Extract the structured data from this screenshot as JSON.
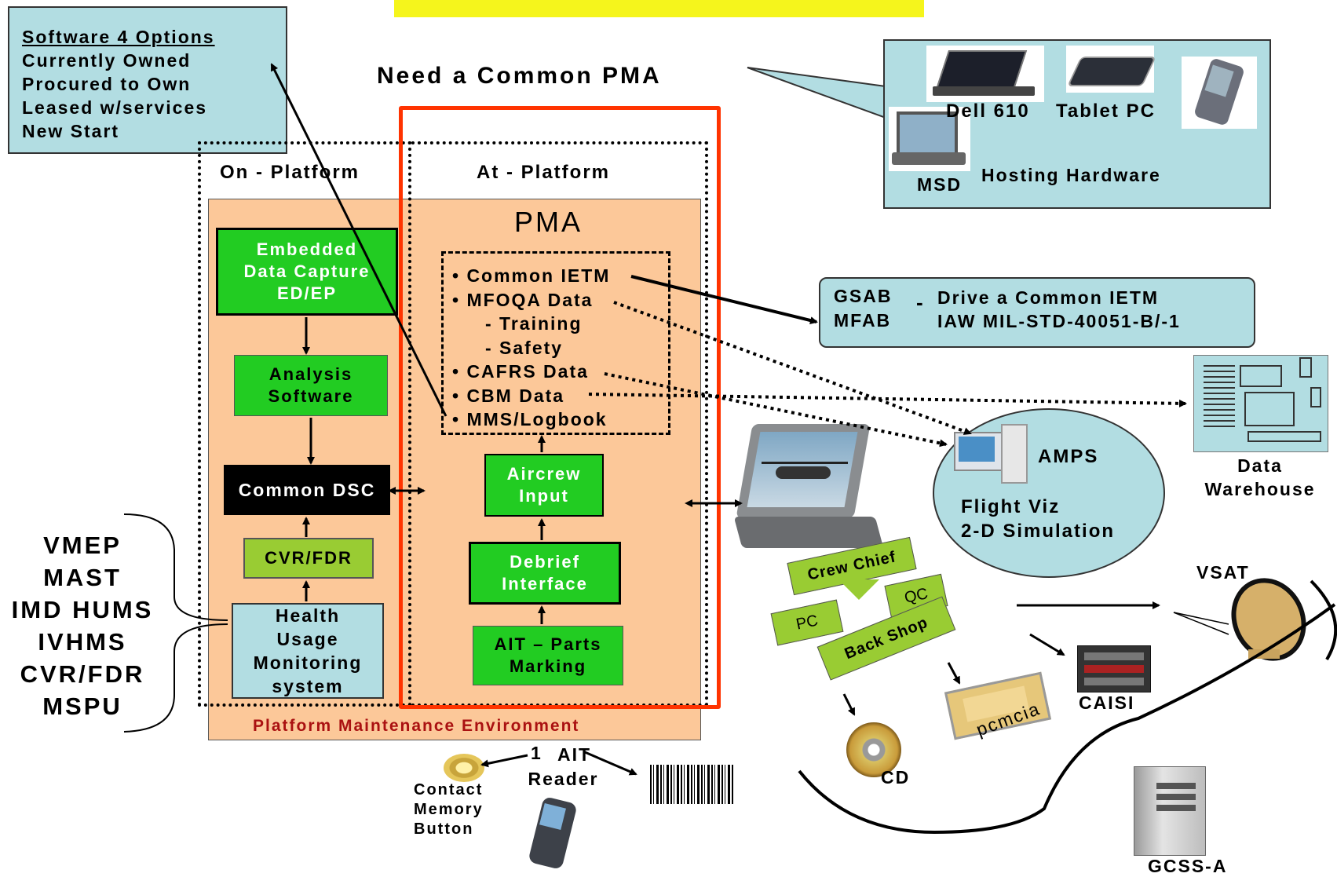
{
  "banner": {
    "text": ""
  },
  "options_box": {
    "title": "Software 4 Options",
    "items": [
      "Currently  Owned",
      "Procured to Own",
      "Leased w/services",
      "New Start"
    ]
  },
  "need_common_pma": "Need a Common PMA",
  "hosting": {
    "devices": [
      "Dell 610",
      "Tablet PC",
      "MSD"
    ],
    "label": "Hosting Hardware"
  },
  "sections": {
    "on_platform": "On - Platform",
    "at_platform": "At - Platform",
    "pma": "PMA"
  },
  "on_platform_boxes": {
    "embedded": [
      "Embedded",
      "Data Capture",
      "ED/EP"
    ],
    "analysis": [
      "Analysis",
      "Software"
    ],
    "common_dsc": "Common DSC",
    "cvr_fdr": "CVR/FDR",
    "hums": [
      "Health",
      "Usage",
      "Monitoring",
      "system"
    ]
  },
  "pma_list": [
    "• Common IETM",
    "• MFOQA Data",
    "- Training",
    "- Safety",
    "• CAFRS Data",
    "• CBM Data",
    "• MMS/Logbook"
  ],
  "at_platform_boxes": {
    "aircrew": [
      "Aircrew",
      "Input"
    ],
    "debrief": [
      "Debrief",
      "Interface"
    ],
    "ait": [
      "AIT – Parts",
      "Marking"
    ]
  },
  "environment_label": "Platform Maintenance Environment",
  "systems_list": [
    "VMEP",
    "MAST",
    "IMD HUMS",
    "IVHMS",
    "CVR/FDR",
    "MSPU"
  ],
  "gsab": {
    "left": [
      "GSAB",
      "MFAB"
    ],
    "dash": "-",
    "right": [
      "Drive a Common IETM",
      "IAW MIL-STD-40051-B/-1"
    ]
  },
  "amps": {
    "title": "AMPS",
    "lines": [
      "Flight Viz",
      "2-D Simulation"
    ]
  },
  "data_warehouse": [
    "Data",
    "Warehouse"
  ],
  "crew": {
    "crew_chief": "Crew Chief",
    "qc": "QC",
    "pc": "PC",
    "back_shop": "Back Shop"
  },
  "ait_reader": {
    "num": "1",
    "text": [
      "AIT",
      "Reader"
    ]
  },
  "contact_memory": [
    "Contact",
    "Memory",
    "Button"
  ],
  "media": {
    "cd": "CD",
    "pcmcia": "pcmcia",
    "caisi": "CAISI",
    "vsat": "VSAT",
    "gcss": "GCSS-A"
  },
  "colors": {
    "banner": "#f5f51c",
    "peach": "#fcc899",
    "light_blue": "#b2dde2",
    "green": "#22cc22",
    "lime": "#99cc33",
    "red_frame": "#ff3300",
    "dark_red_text": "#aa1111"
  }
}
